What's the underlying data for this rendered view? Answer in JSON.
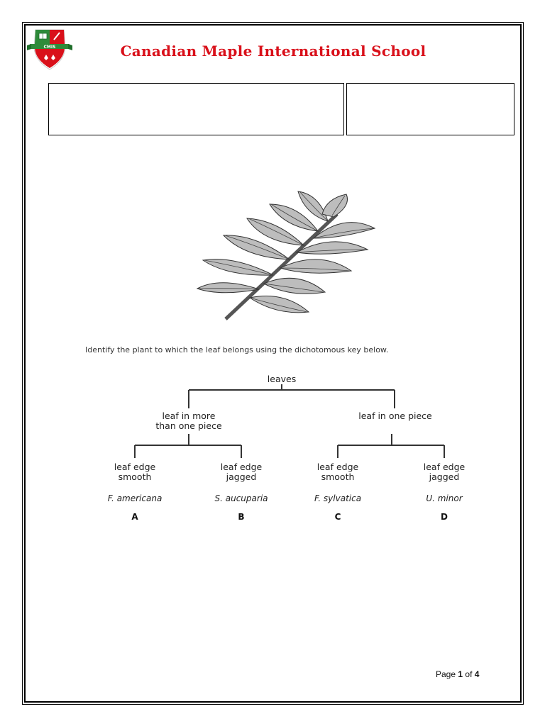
{
  "header": {
    "school_name": "Canadian Maple International School",
    "logo_text": "CMIS",
    "brand_color": "#d9101a"
  },
  "question": {
    "prompt": "Identify the plant to which the leaf belongs using the dichotomous key below."
  },
  "key": {
    "root": "leaves",
    "branch_left_line1": "leaf in more",
    "branch_left_line2": "than one piece",
    "branch_right": "leaf in one piece",
    "leaves": [
      {
        "line1": "leaf edge",
        "line2": "smooth",
        "species": "F. americana",
        "letter": "A"
      },
      {
        "line1": "leaf edge",
        "line2": "jagged",
        "species": "S. aucuparia",
        "letter": "B"
      },
      {
        "line1": "leaf edge",
        "line2": "smooth",
        "species": "F. sylvatica",
        "letter": "C"
      },
      {
        "line1": "leaf edge",
        "line2": "jagged",
        "species": "U. minor",
        "letter": "D"
      }
    ]
  },
  "footer": {
    "page_label": "Page",
    "page_current": "1",
    "page_of": "of",
    "page_total": "4"
  }
}
